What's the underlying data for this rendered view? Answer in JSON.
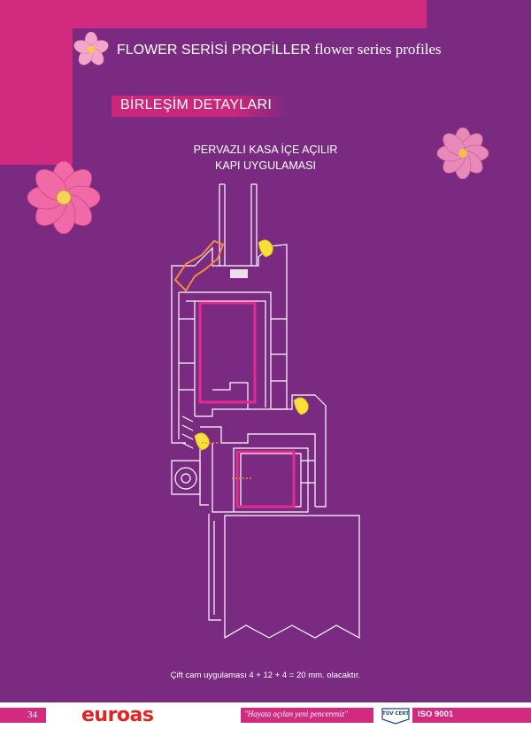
{
  "header": {
    "title_main": "FLOWER SERİSİ PROFİLLER",
    "title_sub": "flower series profiles"
  },
  "section": {
    "title": "BİRLEŞİM DETAYLARI"
  },
  "diagram": {
    "title_line1": "PERVAZLI KASA İÇE AÇILIR",
    "title_line2": "KAPI UYGULAMASI"
  },
  "caption": "Çift cam uygulaması 4 + 12 + 4 = 20 mm. olacaktır.",
  "footer": {
    "page_number": "34",
    "logo_text": "euroas",
    "slogan": "\"Hayata açılan yeni pencereniz\"",
    "tuv_text": "TÜV CERT",
    "iso_text": "ISO 9001"
  },
  "colors": {
    "background": "#7b2a82",
    "accent_pink": "#d22a7f",
    "logo_red": "#e02424"
  }
}
